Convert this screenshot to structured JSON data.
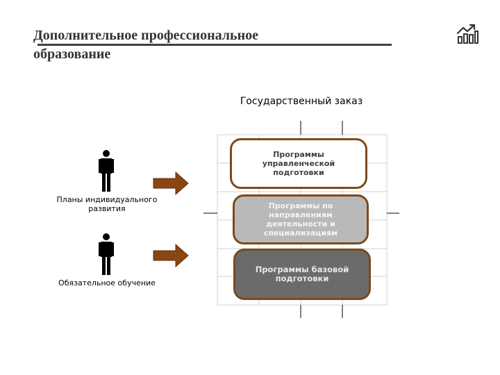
{
  "title": "Дополнительное профессиональное образование",
  "diagram": {
    "header": "Государственный заказ",
    "left_items": [
      {
        "label": "Планы индивидуального развития"
      },
      {
        "label": "Обязательное обучение"
      }
    ],
    "programs": [
      "Программы управленческой подготовки",
      "Программы по направлениям деятельности и специализациям",
      "Программы базовой подготовки"
    ]
  },
  "colors": {
    "arrow_fill": "#8b4513",
    "box_border": "#7b4a1c",
    "box_mgmt": "#ffffff",
    "box_dir": "#b9b9b9",
    "box_base": "#6b6b6b",
    "title_text": "#333333"
  },
  "icons": {
    "corner": "chart-growth-icon",
    "person": "person-icon",
    "arrow": "right-arrow-icon"
  }
}
